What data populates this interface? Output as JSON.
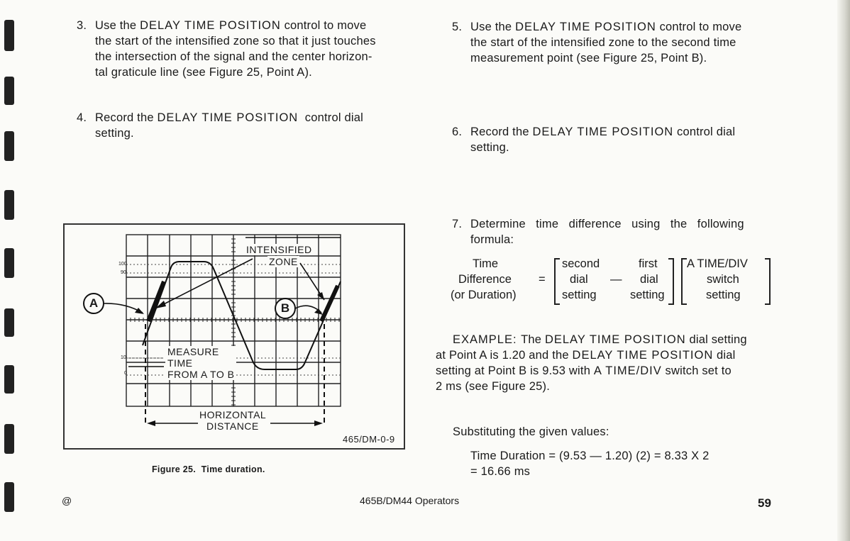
{
  "steps": {
    "s3": {
      "num": "3.",
      "l1a": "Use the ",
      "l1b": "DELAY TIME POSITION",
      "l1c": " control to move",
      "l2": "the start of the intensified zone so that it just touches",
      "l3": "the intersection of the signal and the center horizon-",
      "l4": "tal graticule line (see Figure 25, Point A)."
    },
    "s4": {
      "num": "4.",
      "l1a": "Record the ",
      "l1b": "DELAY TIME POSITION",
      "l1c": "  control dial",
      "l2": "setting."
    },
    "s5": {
      "num": "5.",
      "l1a": "Use the ",
      "l1b": "DELAY TIME POSITION",
      "l1c": " control to move",
      "l2": "the start of the intensified zone to the second time",
      "l3": "measurement point (see Figure 25, Point B)."
    },
    "s6": {
      "num": "6.",
      "l1a": "Record the ",
      "l1b": "DELAY TIME POSITION",
      "l1c": " control dial",
      "l2": "setting."
    },
    "s7": {
      "num": "7.",
      "l1": "Determine   time   difference   using   the   following",
      "l2": "formula:"
    }
  },
  "formula": {
    "lhs": [
      "Time",
      "Difference",
      "(or Duration)"
    ],
    "equals": "=",
    "minus": "—",
    "second": [
      "second",
      "dial",
      "setting"
    ],
    "first": [
      "first",
      "dial",
      "setting"
    ],
    "switch": [
      "A TIME/DIV",
      "switch",
      "setting"
    ]
  },
  "example": {
    "l1a": "EXAMPLE: ",
    "l1b": "The ",
    "l1c": "DELAY TIME POSITION",
    "l1d": " dial setting",
    "l2a": "at Point A is 1.20 and the ",
    "l2b": "DELAY TIME POSITION",
    "l2c": " dial",
    "l3a": "setting at Point B is 9.53 with ",
    "l3b": "A TIME/DIV",
    "l3c": " switch set to",
    "l4": "2 ms (see Figure 25)."
  },
  "substituting": "Substituting the given values:",
  "calc": {
    "l1": "Time Duration = (9.53 — 1.20) (2) = 8.33 X 2",
    "l2": "= 16.66 ms"
  },
  "figure": {
    "zone_label_1": "INTENSIFIED",
    "zone_label_2": "ZONE",
    "point_a": "A",
    "point_b": "B",
    "measure_1": "MEASURE",
    "measure_2": "TIME",
    "measure_3": "FROM A TO B",
    "horiz_1": "HORIZONTAL",
    "horiz_2": "DISTANCE",
    "tick_100": "100",
    "tick_90": "90",
    "tick_10": "10",
    "tick_0": "0",
    "code": "465/DM-0-9"
  },
  "caption": "Figure 25.  Time duration.",
  "footer": {
    "mark": "@",
    "title": "465B/DM44 Operators",
    "page": "59"
  }
}
